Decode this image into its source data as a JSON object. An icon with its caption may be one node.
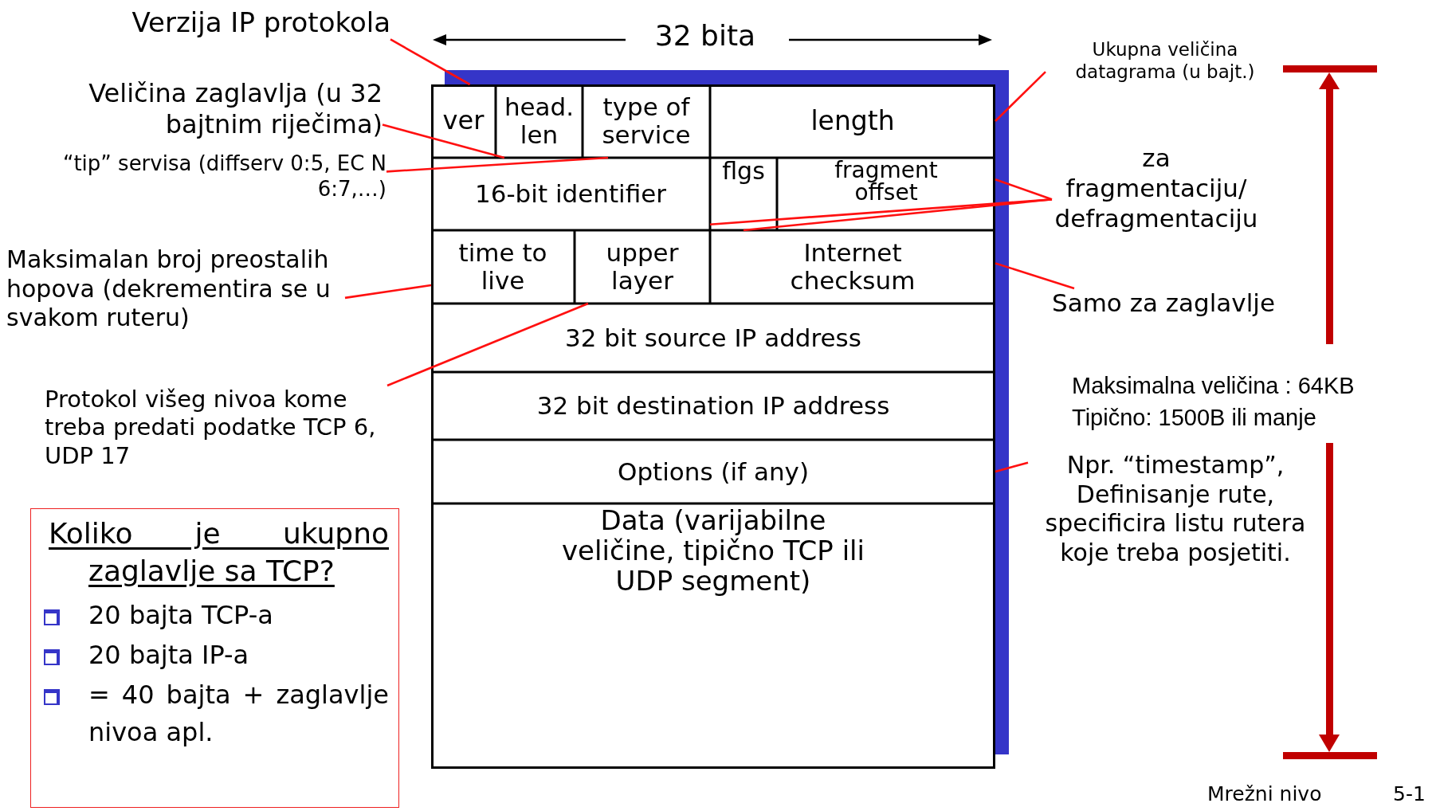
{
  "diagram": {
    "nodes": [
      {
        "text": [
          "Verzija IP protokola"
        ]
      },
      {
        "text": [
          "Veličina zaglavlja (u 32 bajtnim riječima)"
        ]
      },
      {
        "text": [
          "“tip” servisa (diffserv 0:5, EC N 6:7,…)"
        ]
      },
      {
        "text": [
          "Maksimalan broj preostalih hopova (dekrementira se u svakom ruteru)"
        ]
      },
      {
        "text": [
          "Protokol višeg nivoa kome treba predati podatke TCP 6, UDP 17"
        ]
      },
      {
        "text": [],
        "shape": "box"
      },
      {
        "text": [
          "ver"
        ],
        "in": 5
      },
      {
        "text": [
          "head. len"
        ],
        "in": 5
      },
      {
        "text": [
          "type of service"
        ],
        "in": 5
      },
      {
        "text": [
          "length"
        ],
        "in": 5
      },
      {
        "text": [
          "16-bit identifier"
        ],
        "in": 5
      },
      {
        "text": [
          "flgs"
        ],
        "in": 5
      },
      {
        "text": [
          "fragment offset"
        ],
        "in": 5
      },
      {
        "text": [
          "time to live"
        ],
        "in": 5
      },
      {
        "text": [
          "upper layer"
        ],
        "in": 5
      },
      {
        "text": [
          "Internet checksum"
        ],
        "in": 5
      },
      {
        "text": [
          "32 bit source IP address"
        ],
        "in": 5
      },
      {
        "text": [
          "32 bit destination IP address"
        ],
        "in": 5
      },
      {
        "text": [
          "Options (if any)"
        ],
        "in": 5
      },
      {
        "text": [
          "Data (varijabilne veličine, tipično TCP ili UDP segment)"
        ],
        "in": 5
      },
      {
        "text": [
          "Ukupna veličina datagrama (u bajt.)"
        ]
      },
      {
        "text": [
          "za fragmentaciju/ defragmentaciju"
        ]
      },
      {
        "text": [
          "Samo za zaglavlje"
        ]
      },
      {
        "text": [
          "Npr. “timestamp”, Definisanje rute, specificira listu rutera koje treba posjetiti."
        ]
      },
      {
        "text": [
          "Koliko je ukupno zaglavlje sa TCP?",
          "20 bajta TCP-a",
          "20 bajta IP-a",
          "= 40 bajta + zaglavlje nivoa apl."
        ]
      }
    ],
    "edges": [
      {
        "from": 0,
        "to": 6,
        "arrow": "none"
      },
      {
        "from": 1,
        "to": 7,
        "arrow": "none"
      },
      {
        "from": 2,
        "to": 8,
        "arrow": "none"
      },
      {
        "from": 3,
        "to": 13,
        "arrow": "none"
      },
      {
        "from": 4,
        "to": 14,
        "arrow": "none"
      },
      {
        "from": 20,
        "to": 9,
        "arrow": "none"
      },
      {
        "from": 21,
        "to": 12,
        "arrow": "none"
      },
      {
        "from": 21,
        "to": 10,
        "arrow": "none"
      },
      {
        "from": 21,
        "to": 11,
        "arrow": "none"
      },
      {
        "from": 22,
        "to": 15,
        "arrow": "none"
      },
      {
        "from": 23,
        "to": 18,
        "arrow": "none"
      }
    ],
    "labels": [
      "32 bita",
      "Maksimalna veličina : 64KB",
      "Tipično: 1500B ili manje",
      "Mrežni nivo",
      "5-1"
    ]
  }
}
